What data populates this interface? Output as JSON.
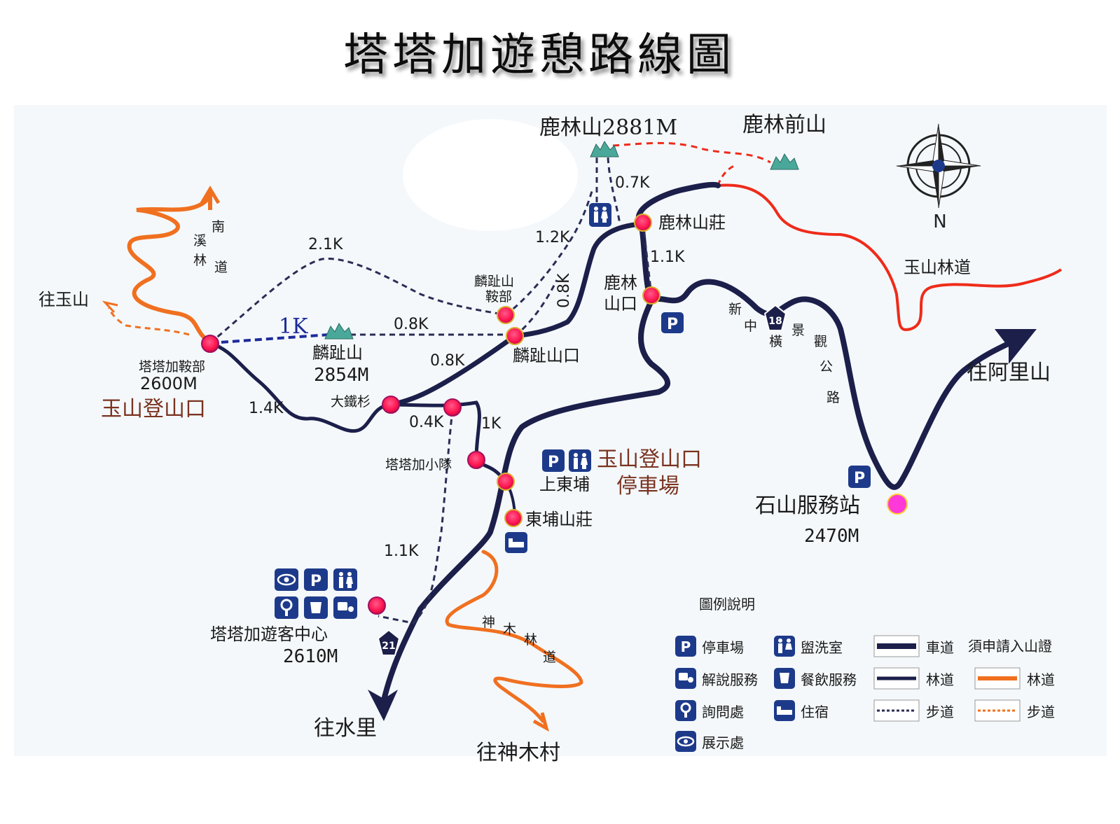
{
  "title": "塔塔加遊憩路線圖",
  "colors": {
    "road": "#1c1f4a",
    "forest_road_red": "#ef2b1a",
    "forest_road_orange": "#f08030",
    "trail_dark": "#2a2d55",
    "trail_blue": "#1c2a9a",
    "poi": "#ff1450",
    "poi_ring": "#a01060",
    "icon_blue": "#1d3a8a",
    "label_brown": "#7a3320"
  },
  "places": {
    "lulin_peak": "鹿林山2881M",
    "lulin_front_peak": "鹿林前山",
    "lulin_villa": "鹿林山莊",
    "lulin_trailhead": "鹿林\n山口",
    "linzhi_saddle": "麟趾山\n鞍部",
    "linzhi_peak_name": "麟趾山",
    "linzhi_peak_elev": "2854M",
    "linzhi_trailhead": "麟趾山口",
    "tataka_saddle": "塔塔加鞍部",
    "tataka_saddle_elev": "2600M",
    "yushan_trailhead": "玉山登山口",
    "big_iron_cedar": "大鐵杉",
    "tataka_team": "塔塔加小隊",
    "yushan_trailhead_parking_1": "玉山登山口",
    "yushan_trailhead_parking_2": "停車場",
    "shangdongpu": "上東埔",
    "dongpu_villa": "東埔山莊",
    "visitor_center": "塔塔加遊客中心",
    "visitor_center_elev": "2610M",
    "shishan_station": "石山服務站",
    "shishan_elev": "2470M",
    "to_yushan": "往玉山",
    "to_shuili": "往水里",
    "to_shenmu": "往神木村",
    "to_alishan": "往阿里山",
    "nanxi_road": [
      "南",
      "溪",
      "林",
      "道"
    ],
    "shenmu_road": [
      "神",
      "木",
      "林",
      "道"
    ],
    "xinzhongheng": [
      "新",
      "中",
      "橫",
      "景",
      "觀",
      "公",
      "路"
    ],
    "yushan_forest_road": "玉山林道",
    "compass_n": "N",
    "route_18": "18",
    "route_21": "21"
  },
  "distances": {
    "d_07k": "0.7K",
    "d_12k": "1.2K",
    "d_11k_top": "1.1K",
    "d_21k": "2.1K",
    "d_08k_vert": "0.8K",
    "d_1k_blue": "1K",
    "d_08k_mid": "0.8K",
    "d_08k_low": "0.8K",
    "d_14k": "1.4K",
    "d_04k": "0.4K",
    "d_1k_low": "1K",
    "d_11k_bottom": "1.1K"
  },
  "legend": {
    "title": "圖例說明",
    "parking": "停車場",
    "toilet": "盥洗室",
    "road": "車道",
    "permit_note": "須申請入山證",
    "interpretation": "解說服務",
    "dining": "餐飲服務",
    "forest_road": "林道",
    "forest_road_permit": "林道",
    "info": "詢問處",
    "lodging": "住宿",
    "trail": "步道",
    "trail_permit": "步道",
    "exhibit": "展示處"
  }
}
